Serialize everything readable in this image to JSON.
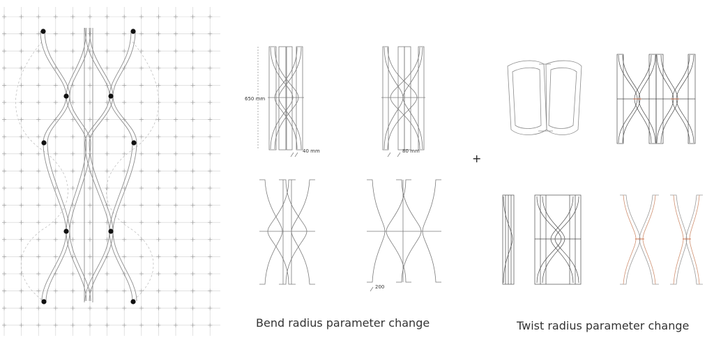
{
  "captions": {
    "bend": "Bend radius parameter change",
    "twist": "Twist radius parameter change"
  },
  "annotations": {
    "height": "650 mm",
    "spacing_a": "40 mm",
    "spacing_b": "80 mm",
    "offset": "200",
    "plus": "+"
  },
  "colors": {
    "line": "#8a8a8a",
    "line_dark": "#3a3a3a",
    "grid": "#bdbdbd",
    "node": "#111111",
    "accent": "#c8643c"
  }
}
